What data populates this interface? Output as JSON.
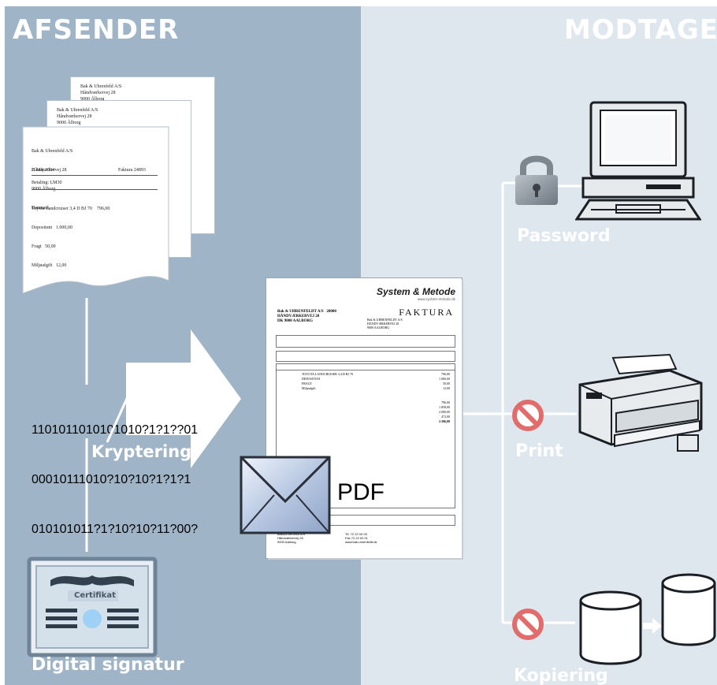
{
  "sender": {
    "title": "AFSENDER"
  },
  "receiver": {
    "title": "MODTAGER"
  },
  "documents": {
    "back": {
      "lines": [
        "Bak & Uhrenfeld A/S",
        "Håndværkervej 28",
        "9000 Ålborg"
      ]
    },
    "middle": {
      "lines": [
        "Bak & Uhrenfeld A/S",
        "Håndværkervej 28",
        "9000 Ålborg"
      ]
    },
    "front": {
      "address": [
        "Bak & Uhrenfeld A/S",
        "Håndværkervej 28",
        "9000 Ålborg",
        "Danmark"
      ],
      "date": "2. Maj 2004",
      "invoice": "Faktura 24893",
      "payment": "Betaling: LM30",
      "items": [
        "Toyota Landcruiser 3,4 D BJ 70    796,00",
        "Depositum   1.000,00",
        "Fragt   50,00",
        "Miljøafgift   12,00"
      ]
    }
  },
  "encryption": {
    "binary_lines": [
      "1101011010101010?1?1??01",
      "00010111010?10?10?1?1?1",
      "010101011?1?10?10?11?00?"
    ],
    "label": "Kryptering"
  },
  "invoice_doc": {
    "brand": "System & Metode",
    "brand_sub": "www.system-metode.dk",
    "heading": "FAKTURA",
    "sender_name": "Bak & UHRENFELDT A/S",
    "sender_no": "28000",
    "sender_street": "HÅNDVÆRKERVEJ 28",
    "sender_city": "DK 9000        AALBORG",
    "recipient": [
      "Bak & UHRENFELDT A/S",
      "HÅNDVÆRKERVEJ 28",
      "9000   AALBORG"
    ],
    "item_lines": [
      "TOYOTA LANDCRUISER 3,4 D BJ 70",
      "DEPOSITUM",
      "FRAGT",
      "Miljøafgift"
    ],
    "amounts": [
      "796,00",
      "1.000,00",
      "50,00",
      "12,00"
    ],
    "totals": [
      "796,00",
      "1.858,00",
      "2.000,00",
      "472,00",
      "2.396,00"
    ],
    "footer_left": [
      "Bak&Uhrenfeldt A/S",
      "Håndværkervej 28",
      "9000 Aalborg"
    ],
    "footer_right": [
      "Tlf. 72 22 00 00",
      "Fax 72 22 00 01",
      "www.bak-uhrenfeldt.dk"
    ]
  },
  "pdf": {
    "label": "PDF"
  },
  "signature": {
    "card_label": "Certifikat",
    "label": "Digital signatur"
  },
  "protections": {
    "password": "Password",
    "print": "Print",
    "copy": "Kopiering"
  },
  "colors": {
    "left_panel": "#9fb4c7",
    "right_panel": "#dfe7ee",
    "prohibit": "#e26b6b",
    "connector": "#ffffff"
  },
  "icons": [
    "lock-icon",
    "computer-icon",
    "printer-icon",
    "database-icon",
    "envelope-icon",
    "certificate-icon",
    "prohibit-icon",
    "arrow-icon"
  ]
}
